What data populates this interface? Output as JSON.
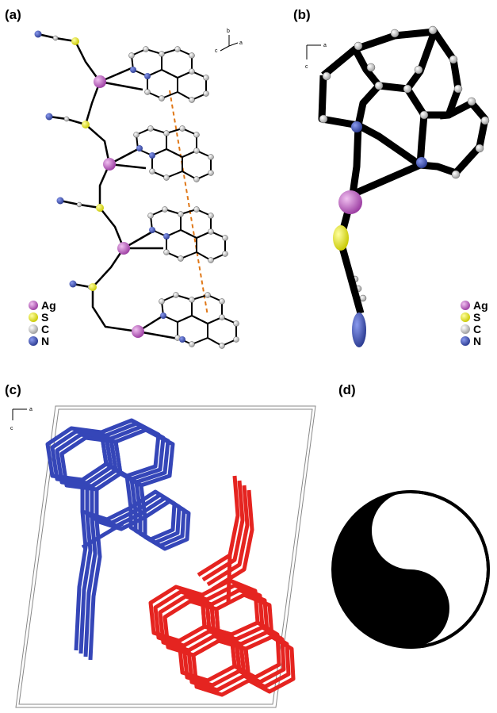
{
  "panels": {
    "a": {
      "label": "(a)",
      "axes": {
        "b": "b",
        "c": "c",
        "a": "a"
      },
      "legend": [
        {
          "symbol": "Ag",
          "color": "#b050b8"
        },
        {
          "symbol": "S",
          "color": "#e8e818"
        },
        {
          "symbol": "C",
          "color": "#d8d8d8"
        },
        {
          "symbol": "N",
          "color": "#3a4aa8"
        }
      ]
    },
    "b": {
      "label": "(b)",
      "axes": {
        "a": "a",
        "c": "c"
      },
      "legend": [
        {
          "symbol": "Ag",
          "color": "#b050b8"
        },
        {
          "symbol": "S",
          "color": "#e8e818"
        },
        {
          "symbol": "C",
          "color": "#d8d8d8"
        },
        {
          "symbol": "N",
          "color": "#3a4aa8"
        }
      ]
    },
    "c": {
      "label": "(c)",
      "axes": {
        "a": "a",
        "c": "c"
      },
      "colors": {
        "blue": "#3546b8",
        "red": "#e52420"
      }
    },
    "d": {
      "label": "(d)",
      "symbol": "yin-yang"
    }
  }
}
